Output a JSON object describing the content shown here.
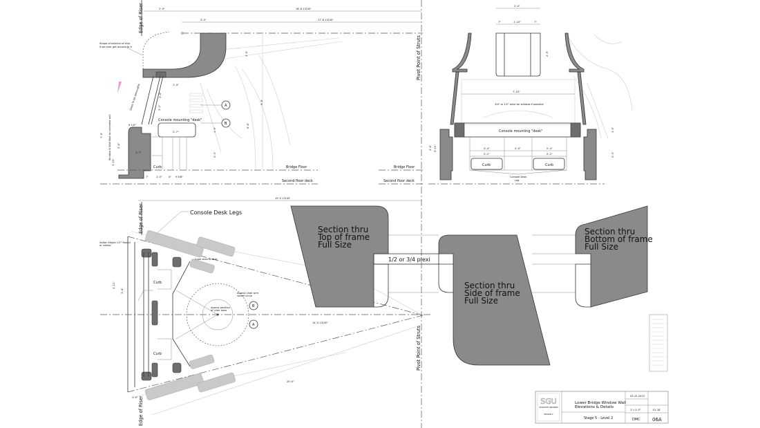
{
  "elevation_side": {
    "edge_of_riser": "Edge of Riser",
    "pivot_point": "Pivot Point of Struts",
    "dim_top_1": "2'-9\"",
    "dim_top_total": "18'-6 13/16\"",
    "dim_top_2": "3'-0\"",
    "dim_top_2_total": "17'-6 13/16\"",
    "exterior_note_1": "Shape of exterior of ship",
    "exterior_note_2": "if we ever get around to it",
    "glass_note": "Glass to be removable",
    "wall_note": "Window & Wall Wall as complete unit",
    "console_desk": "Console mounting \"desk\"",
    "curb": "Curb",
    "bridge_floor": "Bridge Floor",
    "second_floor": "Second floor deck",
    "bridge_floor_right": "Bridge Floor",
    "second_floor_right": "Second floor deck",
    "marker_a": "A",
    "marker_b": "B",
    "dims": [
      "7'-9\"",
      "3'-6\"",
      "3'-10\"",
      "1'-7\"",
      "3'-4\"",
      "3'-2\"",
      "2'-7\"",
      "1'-9\"",
      "2'-3\"",
      "9'-6\"",
      "6'-6\"",
      "3'-9\"",
      "7\"",
      "1'-0\"",
      "4\"",
      "9 5/8\"",
      "1'-4\"",
      "9 1/4\""
    ]
  },
  "elevation_front": {
    "dim_window_width": "2'-0\"",
    "dim_side_left": "7\"",
    "dim_center": "1'-10\"",
    "dim_side_right": "7\"",
    "dim_window_height": "2'-9\"",
    "dim_inner_width": "7'-10\"",
    "plexi_note": "3/4\" or 1/2\" plexi for window if possible",
    "console_desk": "Console mounting \"desk\"",
    "dims_row1": [
      "2'-4\"",
      "2'-0\"",
      "2'-4\""
    ],
    "dims_row2": [
      "2'-2\"",
      "2'-2\""
    ],
    "curb_left": "Curb",
    "curb_right": "Curb",
    "leg_1": "Console Desk",
    "leg_2": "Leg",
    "dim_left_1": "3'-6\"",
    "dim_left_2": "2'-10\"",
    "dim_right_1": "1'-9\"",
    "dim_right_2": "2'-3\""
  },
  "plan": {
    "dim_total": "19'-5 13/16\"",
    "edge_of_riser_top": "Edge of Riser",
    "edge_of_riser_bottom": "Edge of Riser",
    "desk_legs": "Console Desk Legs",
    "soften_note_1": "Soften Edges 1/2\" Round",
    "soften_note_2": "or similar",
    "cope_note": "Cope around strut",
    "curb_top": "Curb",
    "curb_bottom": "Curb",
    "swivel_note_1": "Approx chair arm",
    "swivel_note_2": "swivel circle",
    "chair_note_1": "Approx position",
    "chair_note_2": "of chair base",
    "marker_a": "A",
    "marker_b": "B",
    "dim_center": "14'-0 13/16\"",
    "dim_diag": "20'-0\"",
    "dim_left_1": "3'-11\"",
    "dim_left_2": "3'-4\"",
    "dim_bottom": "1'-0\"",
    "pivot_point": "Pivot Point of Struts"
  },
  "sections": {
    "top": [
      "Section thru",
      "Top of frame",
      "Full Size"
    ],
    "side": [
      "Section thru",
      "Side of frame",
      "Full Size"
    ],
    "bottom": [
      "Section thru",
      "Bottom of frame",
      "Full Size"
    ],
    "plexi": "1/2 or 3/4 plexi"
  },
  "title_block": {
    "logo": "SGU",
    "logo_sub": "STARGATE UNIVERSE",
    "logo_season": "SEASON 2",
    "title_line_1": "Lower Bridge Window Wall",
    "title_line_2": "Elevations & Details",
    "location": "Stage 5 - Level 2",
    "date": "03-15-2010",
    "scale": "1\"=1'-0\"",
    "drawn_by": "DMC",
    "set_number": "01-18",
    "sheet": "06A"
  },
  "colors": {
    "section_fill": "#8a8a8a",
    "accent_pink": "#e89ad2"
  }
}
